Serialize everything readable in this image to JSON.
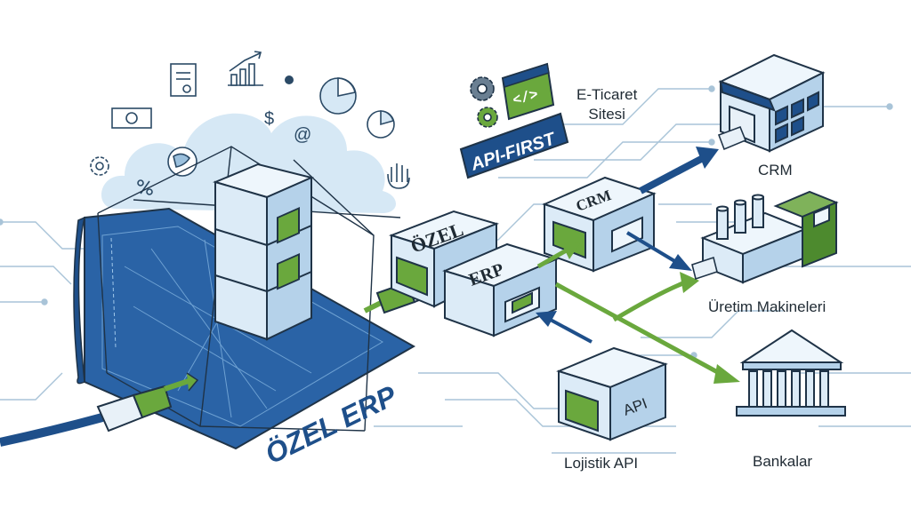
{
  "badge": {
    "label": "API-FIRST",
    "code_glyph": "</>"
  },
  "center": {
    "ozel_label": "ÖZEL",
    "erp_label": "ERP",
    "crm_label": "CRM",
    "api_label": "API"
  },
  "main_label": "ÖZEL ERP",
  "targets": {
    "ecommerce": "E-Ticaret\nSitesi",
    "crm": "CRM",
    "production": "Üretim Makineleri",
    "logistics": "Lojistik API",
    "banks": "Bankalar"
  },
  "cloud_symbols": {
    "dollar": "$",
    "at": "@"
  },
  "colors": {
    "navy": "#1e4f8a",
    "green": "#6aa83d",
    "pale_blue": "#c8dff0",
    "box_face": "#dcebf7",
    "outline": "#1f3347"
  }
}
